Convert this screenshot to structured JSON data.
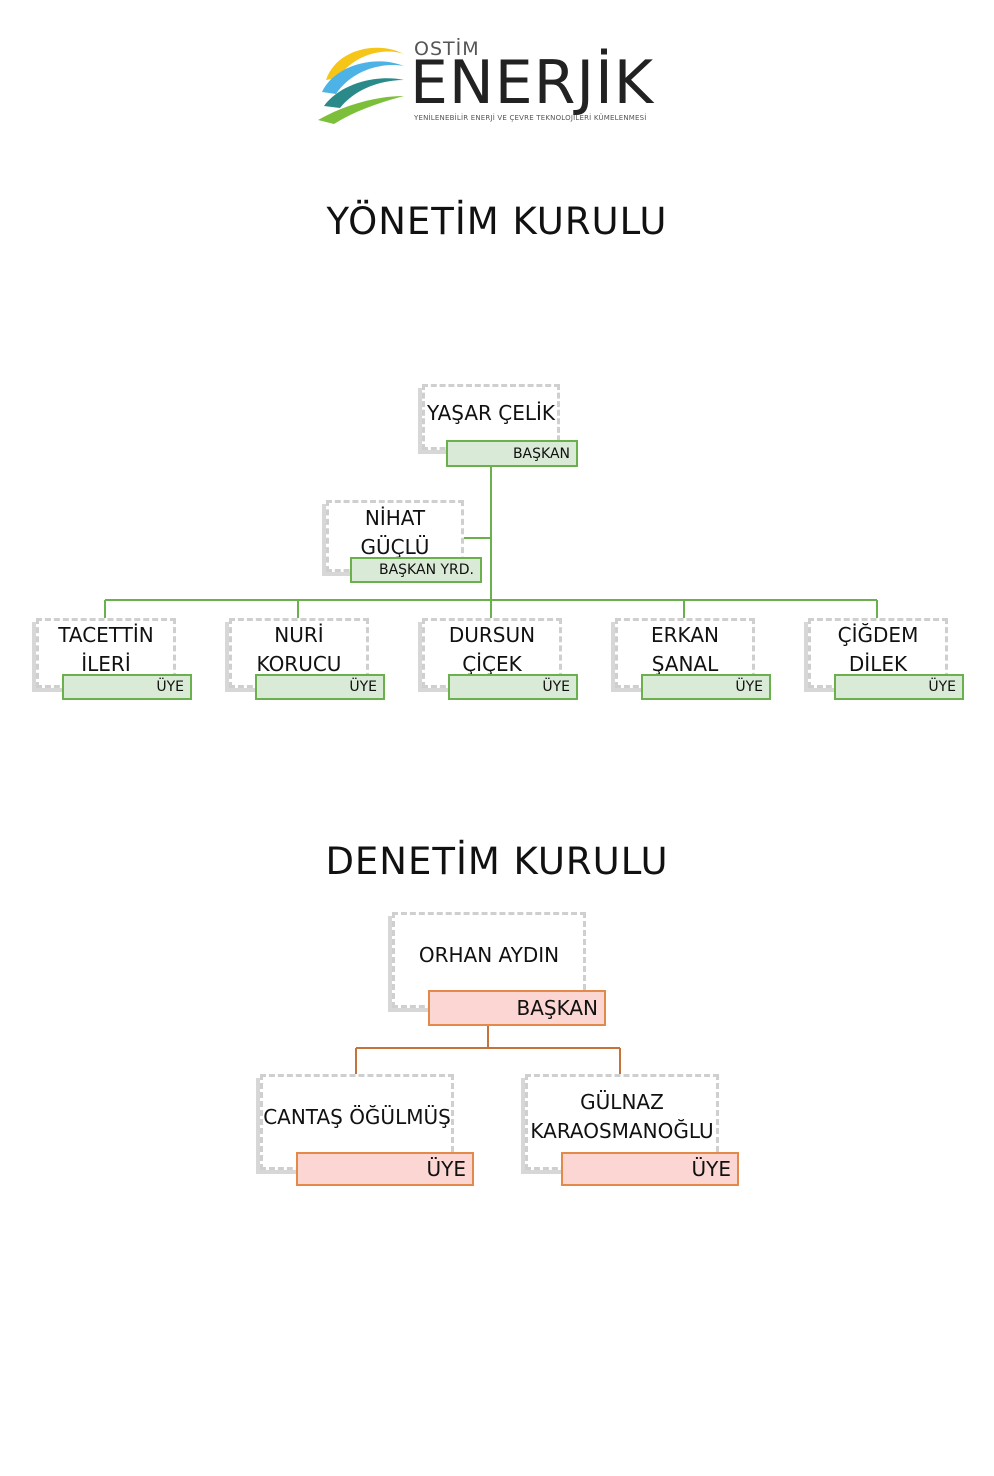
{
  "logo": {
    "top_text": "OSTİM",
    "name": "ENERJİK",
    "tagline": "YENİLENEBİLİR ENERJİ VE ÇEVRE TEKNOLOJİLERİ KÜMELENMESİ",
    "colors": [
      "#f5c518",
      "#4db3e6",
      "#2a8a8a",
      "#7cbf3a"
    ]
  },
  "management": {
    "title": "YÖNETİM KURULU",
    "president": {
      "name": "YAŞAR ÇELİK",
      "role": "BAŞKAN"
    },
    "vice": {
      "name": "NİHAT\nGÜÇLÜ",
      "role": "BAŞKAN YRD."
    },
    "members": [
      {
        "name": "TACETTİN\nİLERİ",
        "role": "ÜYE"
      },
      {
        "name": "NURİ\nKORUCU",
        "role": "ÜYE"
      },
      {
        "name": "DURSUN\nÇİÇEK",
        "role": "ÜYE"
      },
      {
        "name": "ERKAN\nŞANAL",
        "role": "ÜYE"
      },
      {
        "name": "ÇİĞDEM\nDİLEK",
        "role": "ÜYE"
      }
    ],
    "accent": "#6ab04c"
  },
  "audit": {
    "title": "DENETİM KURULU",
    "president": {
      "name": "ORHAN AYDIN",
      "role": "BAŞKAN"
    },
    "members": [
      {
        "name": "CANTAŞ ÖĞÜLMÜŞ",
        "role": "ÜYE"
      },
      {
        "name": "GÜLNAZ\nKARAOSMANOĞLU",
        "role": "ÜYE"
      }
    ],
    "accent": "#e3894a"
  }
}
